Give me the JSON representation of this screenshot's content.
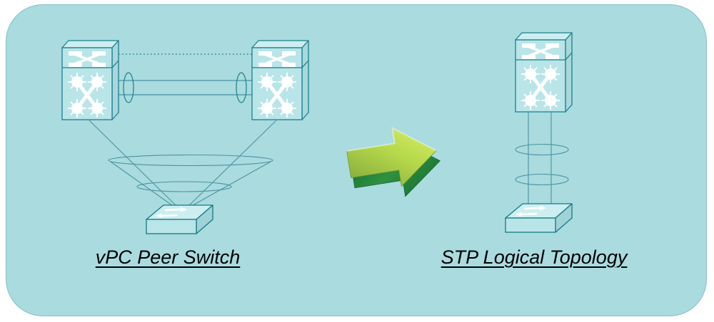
{
  "panel": {
    "background_color": "#a9dbdf",
    "border_color": "#86c0c8"
  },
  "left_diagram": {
    "label": "vPC Peer Switch",
    "icons": {
      "peer_switch_1": "nexus-switch-icon",
      "peer_switch_2": "nexus-switch-icon",
      "access_switch": "workgroup-switch-icon",
      "peer_keepalive": "dotted-line",
      "peer_link": "double-line-with-port-channel-ellipses",
      "member_links": "converging-lines-through-ellipses"
    }
  },
  "center": {
    "icon": "green-3d-right-arrow-icon",
    "arrow_face_start_color": "#7ea339",
    "arrow_face_end_color": "#ddf26b",
    "arrow_side_color": "#13682e"
  },
  "right_diagram": {
    "label": "STP Logical Topology",
    "icons": {
      "logical_switch": "nexus-switch-icon",
      "access_switch": "workgroup-switch-icon",
      "port_channel": "double-line-with-ellipses"
    }
  },
  "colors": {
    "device_outline": "#1d7f8e",
    "link_line": "#4d93a0",
    "device_fill": "#b9e5e8",
    "icon_glyph": "#ffffff",
    "text": "#000000"
  }
}
